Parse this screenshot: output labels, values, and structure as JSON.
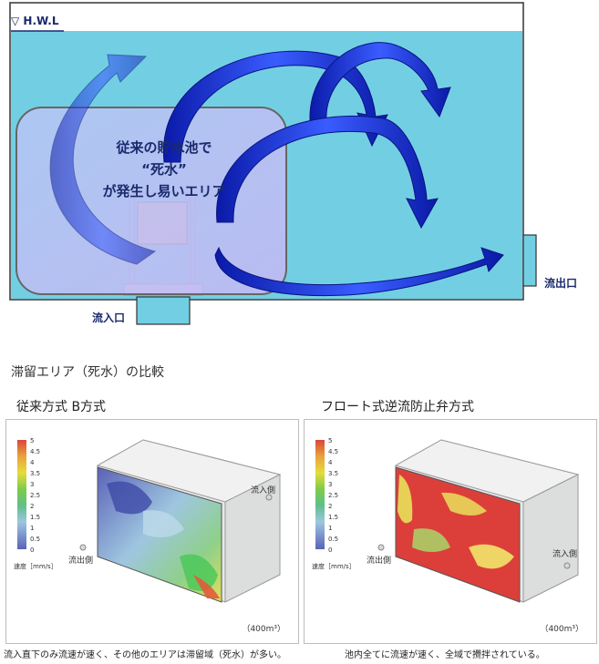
{
  "diagram": {
    "hwl_label": "▽ H.W.L",
    "outlet_label": "流出口",
    "inlet_label": "流入口",
    "deadwater_lines": [
      "従来の貯水池で",
      "“死水”",
      "が発生し易いエリア"
    ]
  },
  "comparison": {
    "title": "滞留エリア（死水）の比較",
    "legend_ticks": [
      "5",
      "4.5",
      "4",
      "3.5",
      "3",
      "2.5",
      "2",
      "1.5",
      "1",
      "0.5",
      "0"
    ],
    "legend_unit": "速度［mm/s］",
    "left": {
      "title": "従来方式 B方式",
      "inflow_label": "流入側",
      "outflow_label": "流出側",
      "volume": "（400m³）",
      "caption": "流入直下のみ流速が速く、その他のエリアは滞留域（死水）が多い。"
    },
    "right": {
      "title": "フロート式逆流防止弁方式",
      "inflow_label": "流入側",
      "outflow_label": "流出側",
      "volume": "（400m³）",
      "caption": "池内全てに流速が速く、全域で攪拌されている。"
    }
  },
  "colors": {
    "water": "#72cfe3",
    "arrow": "#1f2fd6",
    "label": "#1a2a6c"
  }
}
